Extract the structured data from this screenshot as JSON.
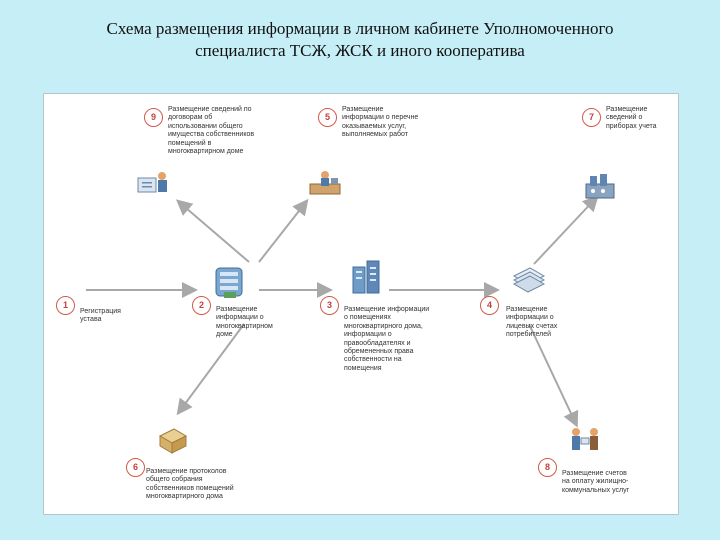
{
  "title": {
    "line1": "Схема размещения информации в личном кабинете Уполномоченного",
    "line2": "специалиста ТСЖ, ЖСК и иного кооператива"
  },
  "steps": [
    {
      "number": "1",
      "label": "Регистрация устава"
    },
    {
      "number": "2",
      "label": "Размещение информации о многоквартирном доме"
    },
    {
      "number": "3",
      "label": "Размещение информации о помещениях многоквартирного дома, информации о правообладателях и обремененных права собственности на помещения"
    },
    {
      "number": "4",
      "label": "Размещение информации о лицевых счетах потребителей"
    },
    {
      "number": "5",
      "label": "Размещение информации о перечне оказываемых услуг, выполняемых работ"
    },
    {
      "number": "6",
      "label": "Размещение протоколов общего собрания собственников помещений многоквартирного дома"
    },
    {
      "number": "7",
      "label": "Размещение сведений о приборах учета"
    },
    {
      "number": "8",
      "label": "Размещение счетов на оплату жилищно-коммунальных услуг"
    },
    {
      "number": "9",
      "label": "Размещение сведений по договорам об использовании общего имущества собственников помещений в многоквартирном доме"
    }
  ],
  "colors": {
    "background": "#c6eef6",
    "arrow": "#a8a8a8",
    "badge": "#d35a4a"
  }
}
